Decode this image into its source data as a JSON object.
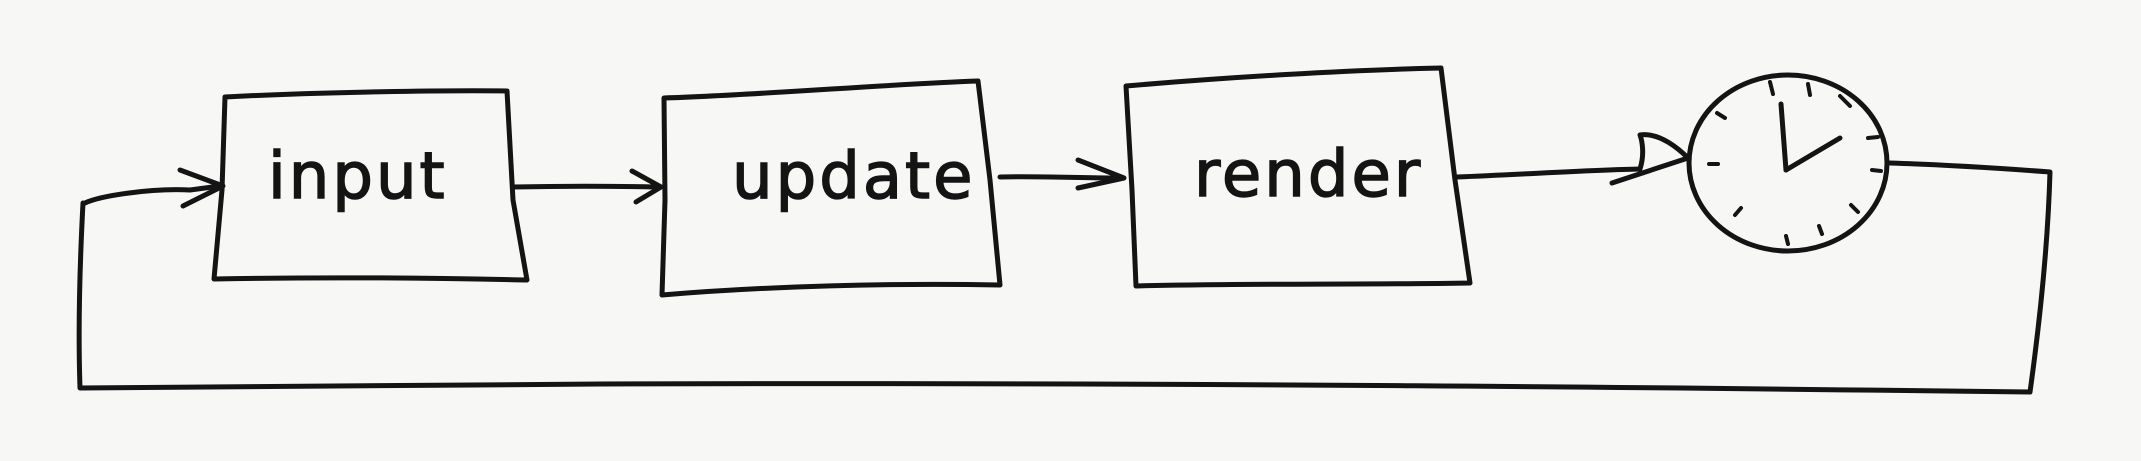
{
  "diagram": {
    "type": "flow-loop",
    "nodes": [
      {
        "id": "input",
        "label": "input"
      },
      {
        "id": "update",
        "label": "update"
      },
      {
        "id": "render",
        "label": "render"
      },
      {
        "id": "clock",
        "icon": "clock-icon"
      }
    ],
    "edges": [
      {
        "from": "input",
        "to": "update"
      },
      {
        "from": "update",
        "to": "render"
      },
      {
        "from": "render",
        "to": "clock"
      },
      {
        "from": "clock",
        "to": "input",
        "kind": "loop-back"
      }
    ],
    "colors": {
      "ink": "#141414",
      "paper": "#f7f7f6"
    }
  }
}
